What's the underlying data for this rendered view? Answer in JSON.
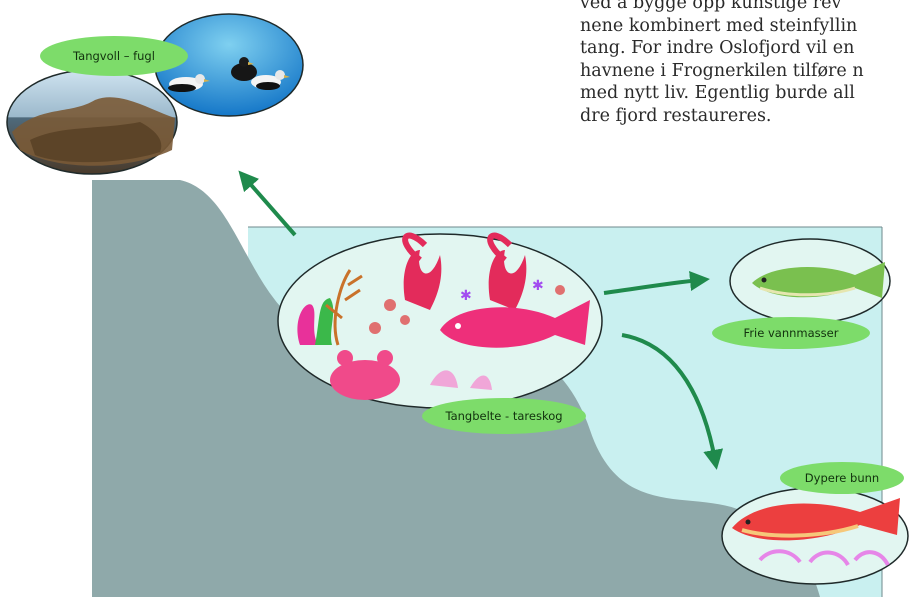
{
  "body_text": {
    "lines": [
      "ved å bygge opp kunstige rev",
      "nene kombinert med steinfyllin",
      "tang. For indre Oslofjord vil en",
      "havnene i Frognerkilen tilføre n",
      "med nytt liv. Egentlig burde all",
      "dre fjord restaureres."
    ]
  },
  "labels": {
    "tangvoll": "Tangvoll – fugl",
    "tangbelte": "Tangbelte - tareskog",
    "frie": "Frie vannmasser",
    "dypere": "Dypere bunn"
  },
  "colors": {
    "land": "#8fa9aa",
    "water": "#c9f0f0",
    "label_fill": "#7ddc6a",
    "arrow": "#1f8a4c"
  }
}
